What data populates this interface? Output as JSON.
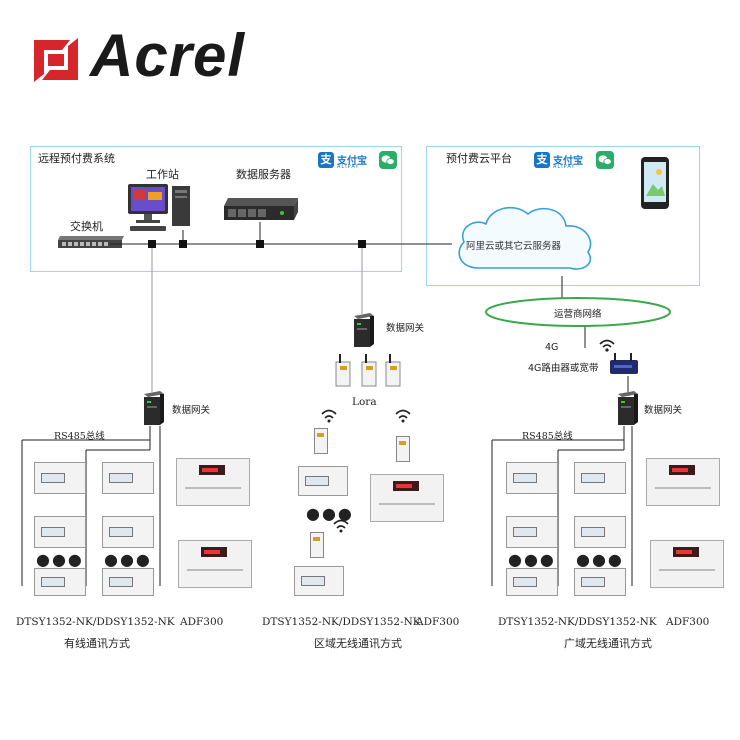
{
  "brand": {
    "name": "Acrel"
  },
  "left_panel": {
    "title": "远程预付费系统",
    "workstation": "工作站",
    "data_server": "数据服务器",
    "switch": "交换机",
    "alipay": "支付宝",
    "alipay_en": "ALIPAY"
  },
  "right_panel": {
    "title": "预付费云平台",
    "alipay": "支付宝",
    "alipay_en": "ALIPAY",
    "cloud": "阿里云或其它云服务器"
  },
  "network": {
    "carrier": "运营商网络",
    "g4": "4G",
    "router": "4G路由器或宽带"
  },
  "gateway_label": "数据网关",
  "rs485_label": "RS485总线",
  "lora_label": "Lora",
  "sections": [
    {
      "meter_models": "DTSY1352-NK/DDSY1352-NK",
      "cabinet": "ADF300",
      "mode": "有线通讯方式"
    },
    {
      "meter_models": "DTSY1352-NK/DDSY1352-NK",
      "cabinet": "ADF300",
      "mode": "区域无线通讯方式"
    },
    {
      "meter_models": "DTSY1352-NK/DDSY1352-NK",
      "cabinet": "ADF300",
      "mode": "广域无线通讯方式"
    }
  ],
  "colors": {
    "brand_red": "#d7262b",
    "panel_border": "#9ed6ea",
    "carrier_ring": "#3aa84a",
    "pay_blue": "#1677c8",
    "wechat_green": "#2aae67"
  }
}
